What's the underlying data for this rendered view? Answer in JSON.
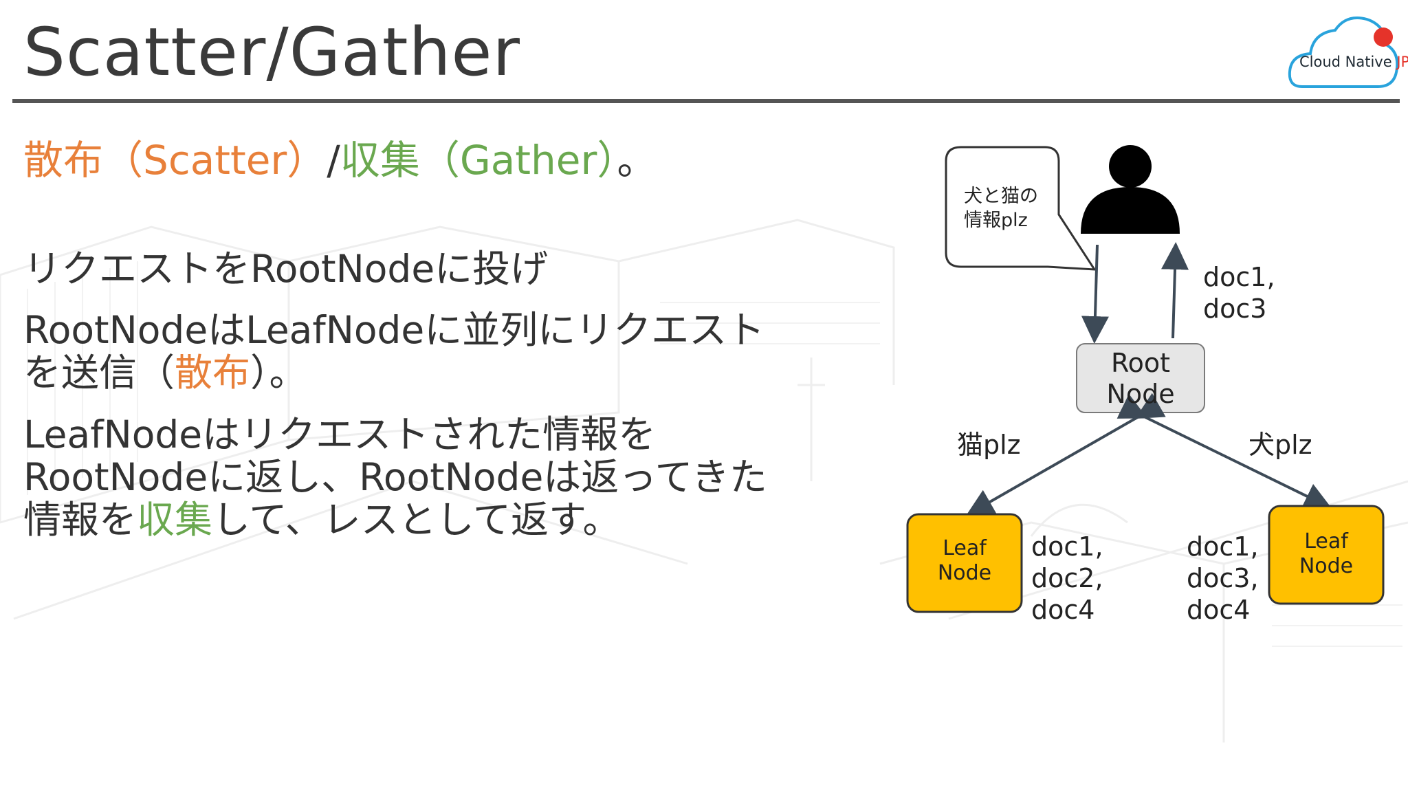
{
  "slide": {
    "title": "Scatter/Gather",
    "logo": {
      "text_main": "Cloud Native",
      "text_accent": "JP"
    },
    "subtitle": {
      "scatter": "散布（Scatter）",
      "sep": "/",
      "gather": "収集（Gather）",
      "end": "。"
    },
    "points": {
      "p1": "リクエストをRootNodeに投げ",
      "p2_line1": "RootNodeはLeafNodeに並列にリクエスト",
      "p2_line2_pre": "を送信（",
      "p2_line2_hl": "散布",
      "p2_line2_post": "）。",
      "p3_line1": "LeafNodeはリクエストされた情報を",
      "p3_line2": "RootNodeに返し、RootNodeは返ってきた",
      "p3_line3_pre": "情報を",
      "p3_line3_hl": "収集",
      "p3_line3_post": "して、レスとして返す。"
    }
  },
  "diagram": {
    "speech_line1": "犬と猫の",
    "speech_line2": "情報plz",
    "response_line1": "doc1,",
    "response_line2": "doc3",
    "root_line1": "Root",
    "root_line2": "Node",
    "left_request": "猫plz",
    "right_request": "犬plz",
    "leaf_left_line1": "Leaf",
    "leaf_left_line2": "Node",
    "leaf_right_line1": "Leaf",
    "leaf_right_line2": "Node",
    "left_docs": [
      "doc1,",
      "doc2,",
      "doc4"
    ],
    "right_docs": [
      "doc1,",
      "doc3,",
      "doc4"
    ]
  },
  "colors": {
    "scatter": "#e8803a",
    "gather": "#6aa84f",
    "leaf_node": "#ffc000",
    "root_node": "#e6e6e6",
    "arrow": "#3d4a57",
    "logo_cloud": "#29a3dc",
    "logo_dot": "#e5332a"
  },
  "icons": [
    "person-icon",
    "speech-bubble",
    "cloud-logo"
  ]
}
